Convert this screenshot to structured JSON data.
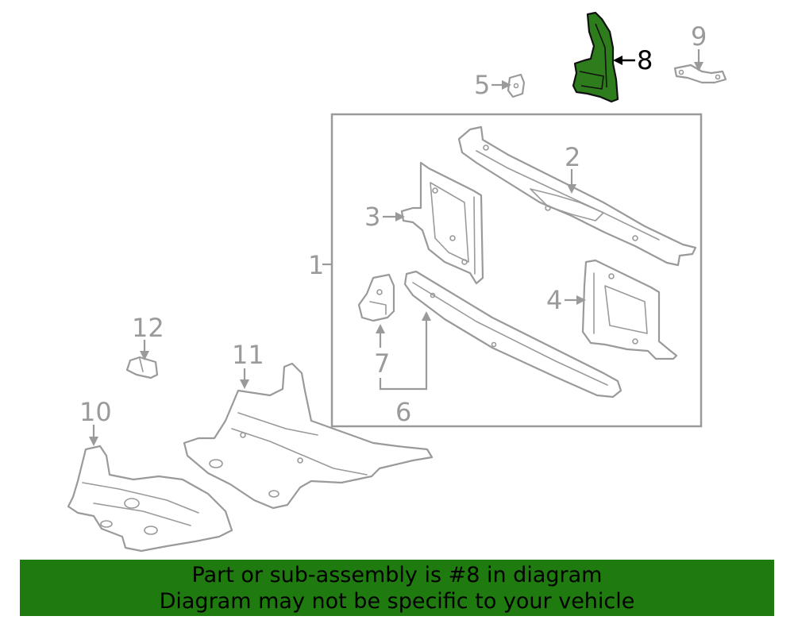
{
  "diagram": {
    "callouts": {
      "c1": "1",
      "c2": "2",
      "c3": "3",
      "c4": "4",
      "c5": "5",
      "c6": "6",
      "c7": "7",
      "c8": "8",
      "c9": "9",
      "c10": "10",
      "c11": "11",
      "c12": "12"
    },
    "highlighted_part": "8",
    "colors": {
      "line": "#9a9a9a",
      "highlight": "#2e7d1c",
      "banner": "#1f7a0f"
    }
  },
  "banner": {
    "line1": "Part or sub-assembly is #8 in diagram",
    "line2": "Diagram may not be specific to your vehicle"
  }
}
